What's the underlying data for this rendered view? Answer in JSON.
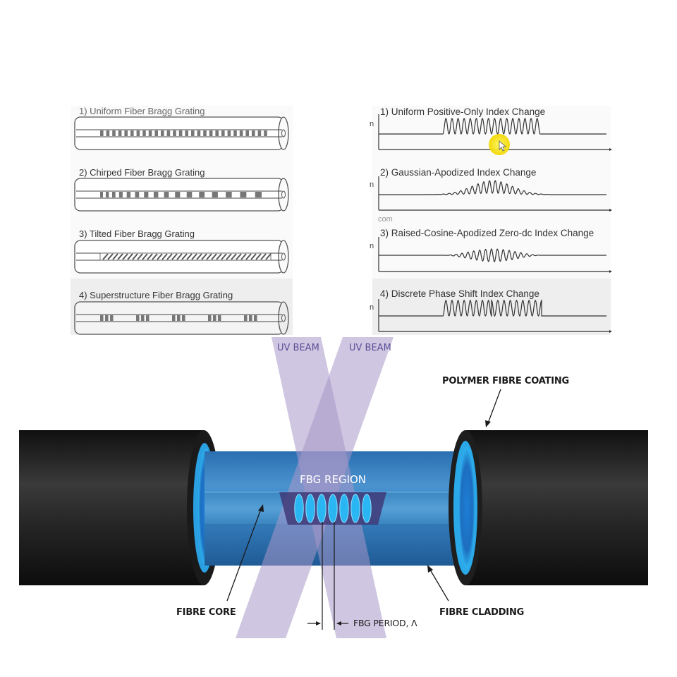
{
  "grating_types": [
    {
      "label": "1) Uniform Fiber Bragg Grating"
    },
    {
      "label": "2) Chirped Fiber Bragg Grating"
    },
    {
      "label": "3) Tilted Fiber Bragg Grating"
    },
    {
      "label": "4) Superstructure Fiber Bragg Grating"
    }
  ],
  "index_profiles": [
    {
      "label": "1) Uniform Positive-Only Index Change",
      "axis": "n"
    },
    {
      "label": "2) Gaussian-Apodized Index Change",
      "axis": "n"
    },
    {
      "label": "3) Raised-Cosine-Apodized Zero-dc Index Change",
      "axis": "n"
    },
    {
      "label": "4) Discrete Phase Shift Index Change",
      "axis": "n"
    }
  ],
  "watermark": "com",
  "diagram": {
    "uv_beam_left": "UV BEAM",
    "uv_beam_right": "UV BEAM",
    "polymer_coating": "POLYMER FIBRE COATING",
    "fbg_region": "FBG REGION",
    "fibre_core": "FIBRE CORE",
    "fibre_cladding": "FIBRE CLADDING",
    "fbg_period": "FBG PERIOD, Λ"
  },
  "colors": {
    "coating": "#1c1c1c",
    "cladding": "#3e86c4",
    "core_glow": "#36b6ef",
    "uv_beam": "#a898c8",
    "uv_text": "#5a4f96",
    "cursor_highlight": "#f5e000"
  }
}
